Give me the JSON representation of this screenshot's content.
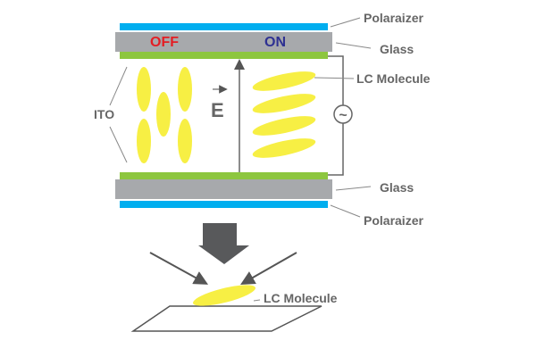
{
  "labels": {
    "off": "OFF",
    "on": "ON",
    "polarizer_top": "Polaraizer",
    "glass_top": "Glass",
    "lc_molecule_top": "LC Molecule",
    "ito": "ITO",
    "field": "E",
    "ac_source": "~",
    "glass_bottom": "Glass",
    "polarizer_bottom": "Polaraizer",
    "lc_molecule_bottom": "LC Molecule"
  },
  "colors": {
    "polarizer": "#00aeef",
    "glass": "#a7a9ac",
    "ito": "#8dc63f",
    "lc": "#f7ef44",
    "off": "#e31e24",
    "on": "#2e3192"
  }
}
